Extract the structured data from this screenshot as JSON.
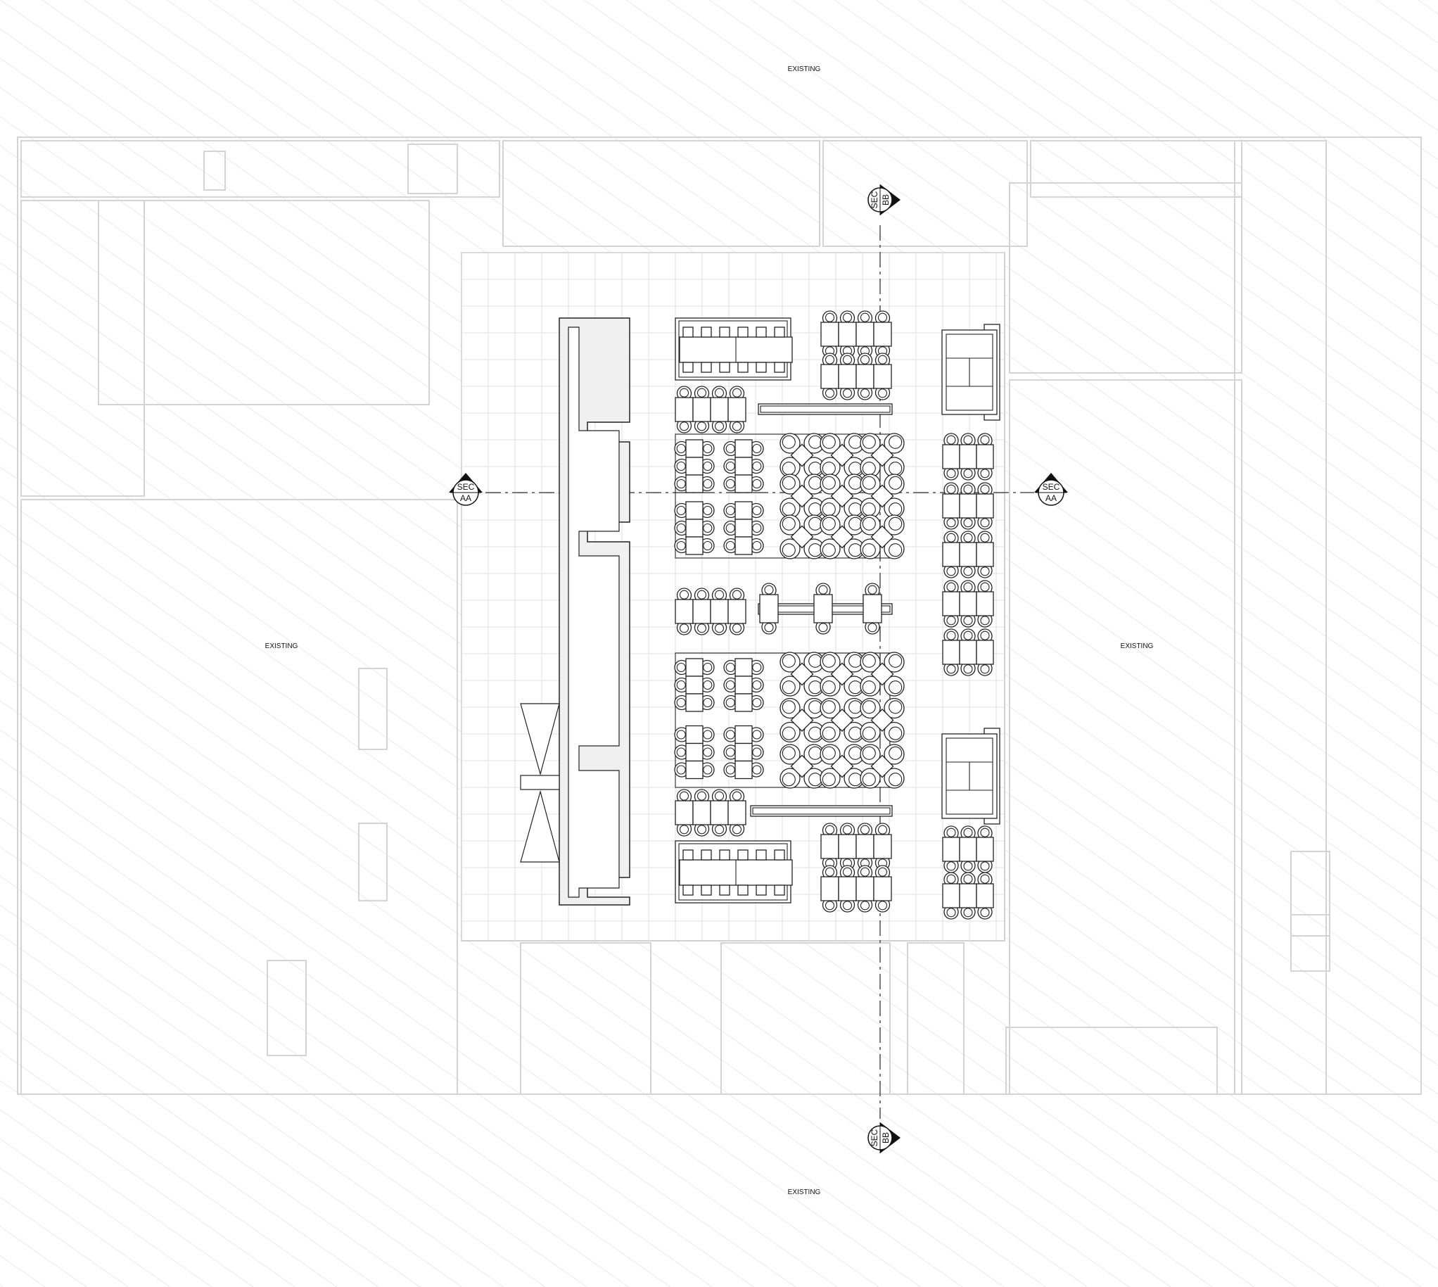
{
  "title": "Floor plan – dining hall",
  "labels": {
    "existing_top": "EXISTING",
    "existing_left": "EXISTING",
    "existing_right": "EXISTING",
    "existing_bottom": "EXISTING"
  },
  "section_markers": {
    "bb_top": {
      "line1": "SEC",
      "line2": "BB"
    },
    "bb_bottom": {
      "line1": "SEC",
      "line2": "BB"
    },
    "aa_left": {
      "line1": "SEC",
      "line2": "AA"
    },
    "aa_right": {
      "line1": "SEC",
      "line2": "AA"
    }
  },
  "colors": {
    "line": "#222222",
    "existing": "#d4d4d4",
    "hatch": "#dcdcdc"
  }
}
